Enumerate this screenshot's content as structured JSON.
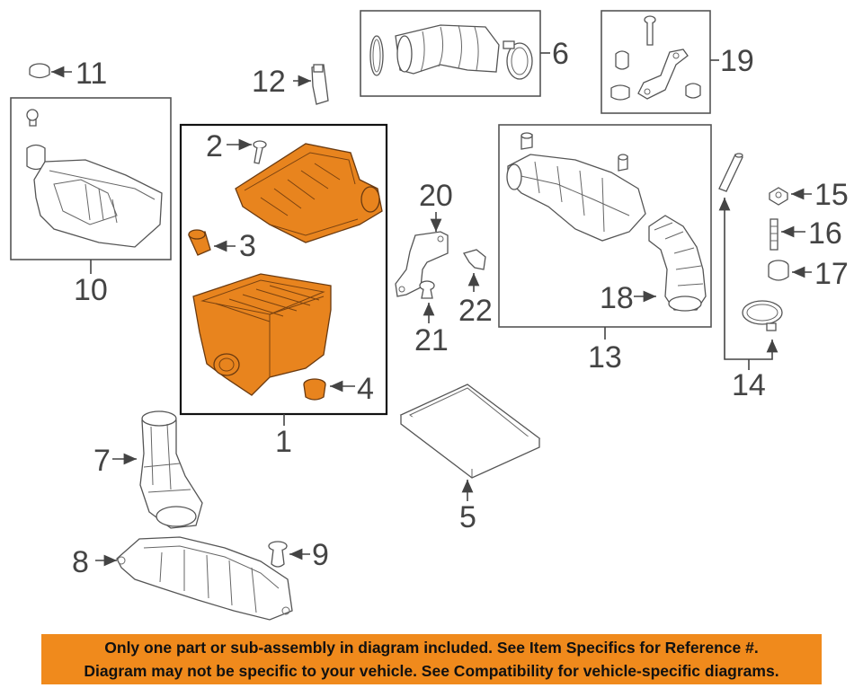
{
  "callouts": {
    "c1": "1",
    "c2": "2",
    "c3": "3",
    "c4": "4",
    "c5": "5",
    "c6": "6",
    "c7": "7",
    "c8": "8",
    "c9": "9",
    "c10": "10",
    "c11": "11",
    "c12": "12",
    "c13": "13",
    "c14": "14",
    "c15": "15",
    "c16": "16",
    "c17": "17",
    "c18": "18",
    "c19": "19",
    "c20": "20",
    "c21": "21",
    "c22": "22"
  },
  "banner": {
    "line1": "Only one part or sub-assembly in diagram included. See Item Specifics for Reference #.",
    "line2": "Diagram may not be specific to your vehicle. See Compatibility for vehicle-specific diagrams."
  },
  "colors": {
    "highlight": "#e8841e",
    "banner": "#f08a1c"
  }
}
